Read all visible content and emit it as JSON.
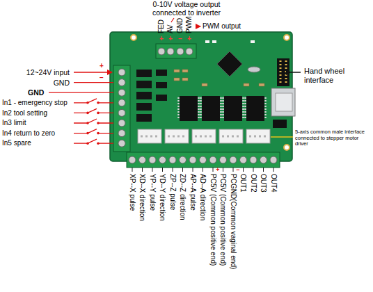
{
  "diagram": {
    "labels": [
      "0-10V voltage output connected to inverter",
      "FED",
      "AV",
      "GND",
      "PWM",
      "PWM output",
      "+",
      "+",
      "−",
      "+",
      "12~24V input",
      "+",
      "GND",
      "−",
      "GND",
      "In1 - emergency stop",
      "In2 tool setting",
      "In3 limit",
      "In4 return to zero",
      "In5 spare",
      "Hand wheel interface",
      "5-axis common male interface connected to stepper motor driver",
      "XP--X pulse",
      "XD--X direction",
      "YP--Y pulse",
      "YD--Y direction",
      "ZP--Z pulse",
      "ZD--Z direction",
      "AP--A pulse",
      "AD--A direction",
      "PC5V (Common positive end)",
      "PC5V (Common positive end)",
      "PCGND(Common vaginal end)",
      "OUT1",
      "OUT2",
      "OUT3",
      "OUT4",
      "+",
      "−"
    ]
  }
}
